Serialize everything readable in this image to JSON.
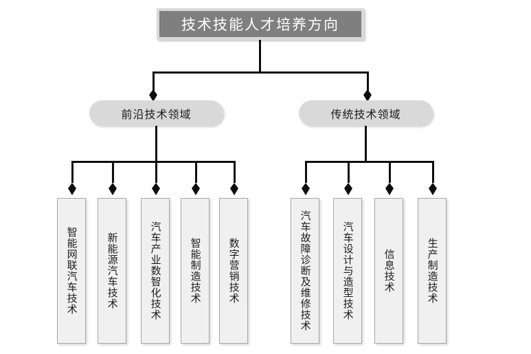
{
  "diagram": {
    "type": "organizational-tree",
    "title": "技术技能人才培养方向",
    "background_color": "#ffffff",
    "root": {
      "label": "技术技能人才培养方向",
      "fill_color": "#7f7f7f",
      "border_color": "#d9d9d9",
      "text_color": "#ffffff"
    },
    "categories": [
      {
        "label": "前沿技术领域",
        "fill_color": "#d9d9d9",
        "text_color": "#1a1a1a",
        "children": [
          {
            "label": "智能网联汽车技术"
          },
          {
            "label": "新能源汽车技术"
          },
          {
            "label": "汽车产业数智化技术"
          },
          {
            "label": "智能制造技术"
          },
          {
            "label": "数字营销技术"
          }
        ]
      },
      {
        "label": "传统技术领域",
        "fill_color": "#d9d9d9",
        "text_color": "#1a1a1a",
        "children": [
          {
            "label": "汽车故障诊断及维修技术"
          },
          {
            "label": "汽车设计与造型技术"
          },
          {
            "label": "信息技术"
          },
          {
            "label": "生产制造技术"
          }
        ]
      }
    ],
    "leaf_style": {
      "fill_color": "#f0f0f0",
      "border_color": "#a6a6a6",
      "text_color": "#1a1a1a",
      "text_direction": "vertical"
    },
    "connector_color": "#0d0d0d",
    "arrowhead_shape": "diamond"
  }
}
